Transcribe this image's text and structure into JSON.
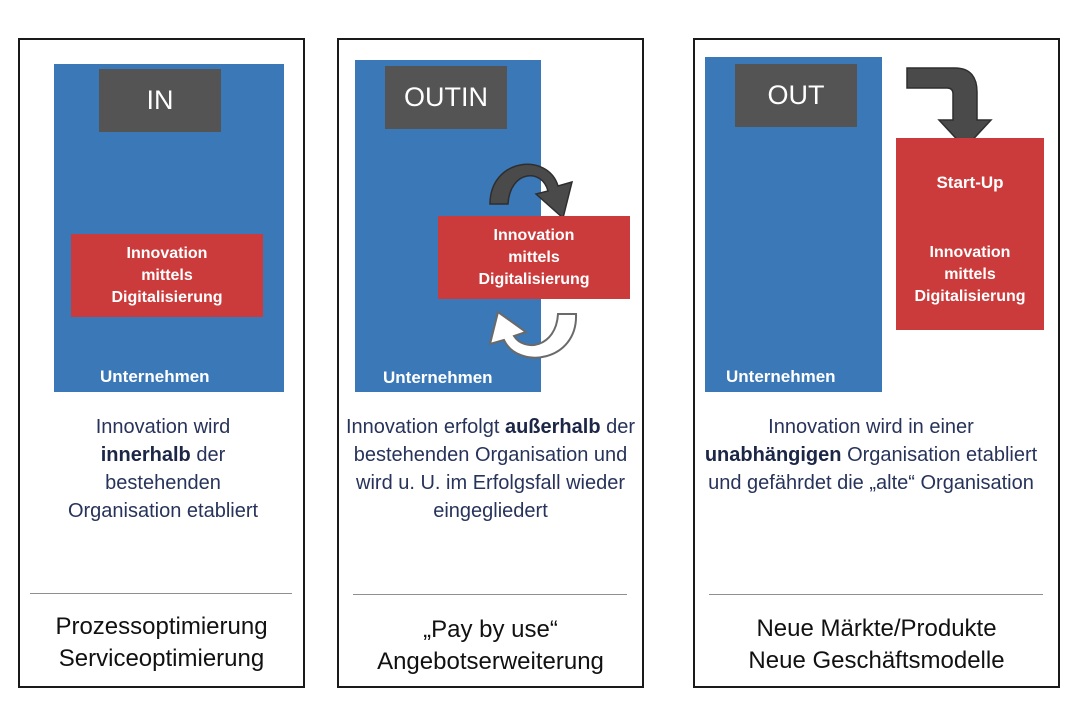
{
  "panels": [
    {
      "tag": "IN",
      "innovation_lines": [
        "Innovation",
        "mittels",
        "Digitalisierung"
      ],
      "company": "Unternehmen",
      "desc_pre": "Innovation wird",
      "desc_bold": "innerhalb",
      "desc_post": "der bestehenden Organisation etabliert",
      "bottom_lines": [
        "Prozessoptimierung",
        "Serviceoptimierung"
      ]
    },
    {
      "tag": "OUTIN",
      "innovation_lines": [
        "Innovation",
        "mittels",
        "Digitalisierung"
      ],
      "company": "Unternehmen",
      "desc_pre": "Innovation erfolgt",
      "desc_bold": "außerhalb",
      "desc_post": "der bestehenden Organisation und wird u. U. im Erfolgsfall wieder eingegliedert",
      "bottom_lines": [
        "„Pay by use“",
        "Angebotserweiterung"
      ]
    },
    {
      "tag": "OUT",
      "startup": "Start-Up",
      "innovation_lines": [
        "Innovation",
        "mittels",
        "Digitalisierung"
      ],
      "company": "Unternehmen",
      "desc_pre": "Innovation wird in einer",
      "desc_bold": "unabhängigen",
      "desc_post": "Organisation etabliert und gefährdet die „alte“ Organisation",
      "bottom_lines": [
        "Neue Märkte/Produkte",
        "Neue Geschäftsmodelle"
      ]
    }
  ],
  "colors": {
    "company_blue": "#3a78b8",
    "innovation_red": "#cc3b3b",
    "tag_gray": "#545454",
    "text_navy": "#27335a"
  },
  "icons": [
    "cycle-arrow-top-icon",
    "cycle-arrow-bottom-icon",
    "spin-off-arrow-icon"
  ]
}
